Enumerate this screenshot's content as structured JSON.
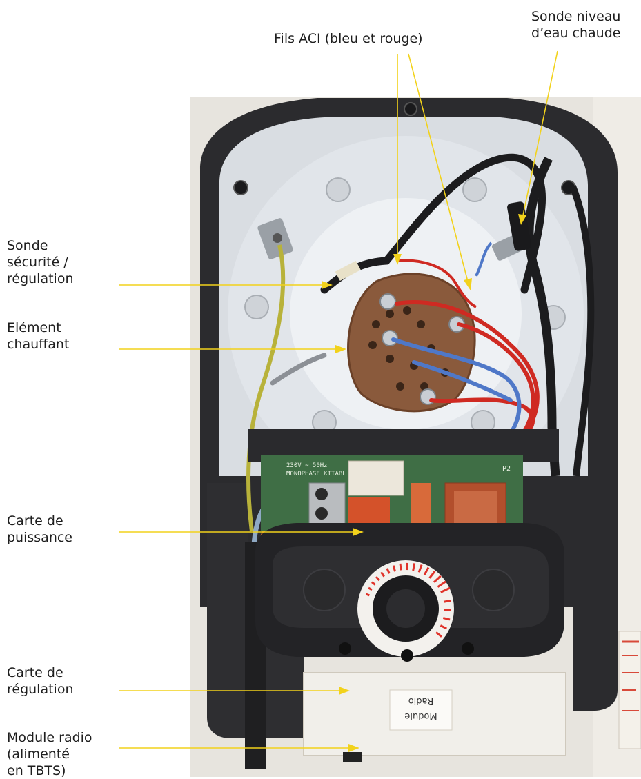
{
  "colors": {
    "leader": "#f2d21b",
    "tank": "#e6e3dc",
    "frame": "#2b2b2e",
    "flange": "#dfe4ea",
    "element": "#8a5a3c",
    "board": "#3f6e45",
    "relay": "#d4522a",
    "wire_red": "#cf2a22",
    "wire_blue": "#4f78c8",
    "wire_earth": "#b8b23a",
    "dial_marks": "#e0332a"
  },
  "labels": {
    "fils_aci": "Fils ACI (bleu et rouge)",
    "sonde_niveau": "Sonde niveau\nd’eau chaude",
    "sonde_securite": "Sonde\nsécurité /\nrégulation",
    "element_chauffant": "Elément\nchauffant",
    "carte_puissance": "Carte de\npuissance",
    "carte_regulation": "Carte de\nrégulation",
    "module_radio": "Module radio\n(alimenté\nen TBTS)"
  },
  "board_text": {
    "line1": "230V ~ 50Hz",
    "line2": "MONOPHASE KITABL",
    "p2": "P2"
  },
  "module_text": {
    "line1": "Module",
    "line2": "Radio"
  }
}
